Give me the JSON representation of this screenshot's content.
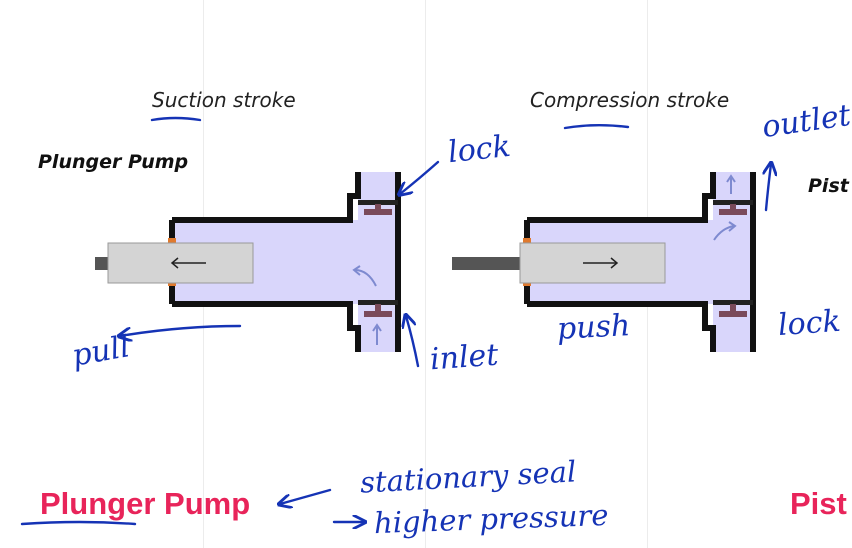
{
  "labels": {
    "suction_stroke": "Suction stroke",
    "compression_stroke": "Compression stroke",
    "plunger_pump_small": "Plunger Pump",
    "piston_cut": "Pist",
    "plunger_pump_title": "Plunger Pump",
    "piston_title_cut": "Pist"
  },
  "handwriting": {
    "lock_top": "lock",
    "inlet": "inlet",
    "pull": "pull",
    "outlet": "outlet",
    "push": "push",
    "lock_bottom": "lock",
    "stationary_seal": "stationary seal",
    "higher_pressure": "higher pressure"
  },
  "colors": {
    "chamber_fill": "#d9d6fb",
    "valve": "#7a4a5a",
    "seal": "#e07a2e",
    "plunger": "#d4d4d4",
    "rod": "#555555",
    "ink": "#1533b5",
    "title_red": "#e8245a"
  },
  "icons": [
    "left-arrow-icon",
    "right-arrow-icon",
    "up-arrow-icon"
  ]
}
